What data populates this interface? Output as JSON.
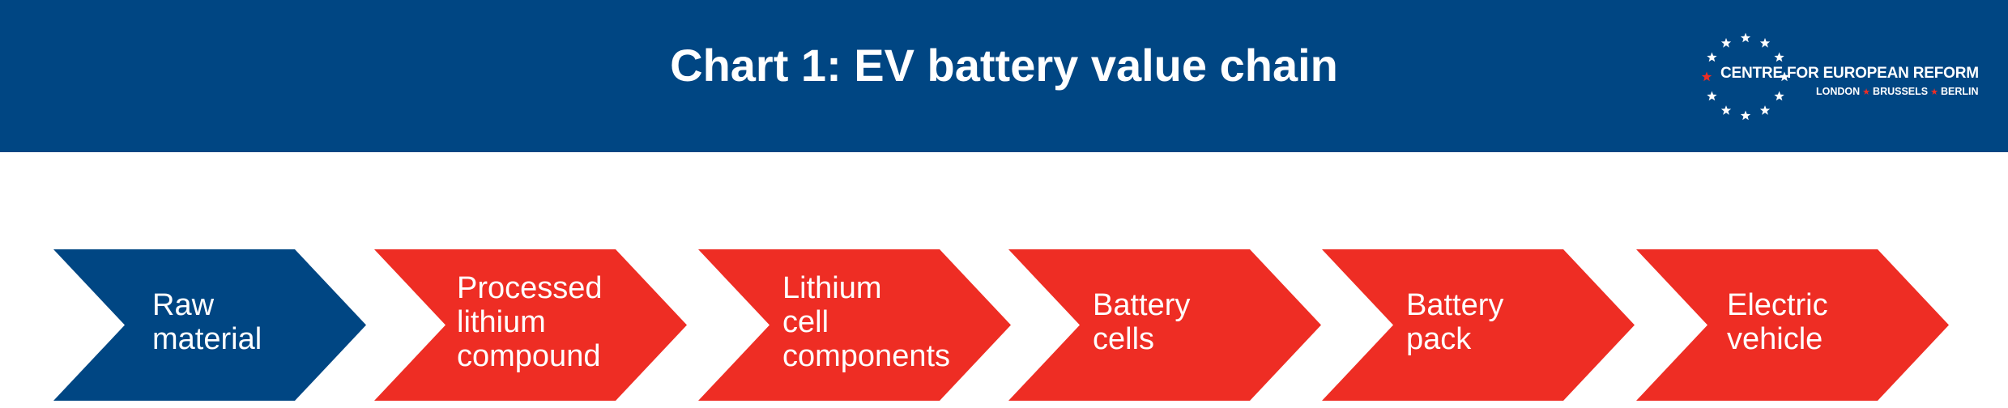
{
  "header": {
    "title": "Chart 1: EV battery value chain",
    "background": "#004683"
  },
  "logo": {
    "name": "CENTRE FOR EUROPEAN REFORM",
    "cities": [
      "LONDON",
      "BRUSSELS",
      "BERLIN"
    ],
    "star_color": "#ffffff",
    "accent_star_color": "#ee2d24"
  },
  "steps": [
    {
      "lines": [
        "Raw",
        "material"
      ],
      "color": "#004683"
    },
    {
      "lines": [
        "Processed",
        "lithium",
        "compound"
      ],
      "color": "#ee2d24"
    },
    {
      "lines": [
        "Lithium",
        "cell",
        "components"
      ],
      "color": "#ee2d24"
    },
    {
      "lines": [
        "Battery",
        "cells"
      ],
      "color": "#ee2d24"
    },
    {
      "lines": [
        "Battery",
        "pack"
      ],
      "color": "#ee2d24"
    },
    {
      "lines": [
        "Electric",
        "vehicle"
      ],
      "color": "#ee2d24"
    }
  ]
}
